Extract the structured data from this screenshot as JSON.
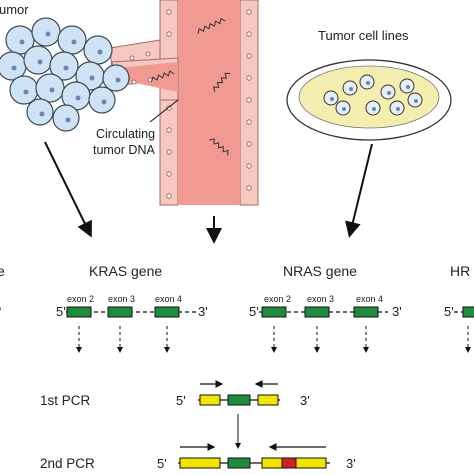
{
  "labels": {
    "tumor": "umor",
    "circulating_dna_line1": "Circulating",
    "circulating_dna_line2": "tumor DNA",
    "tumor_cell_lines": "Tumor cell lines"
  },
  "genes": [
    {
      "name": "e",
      "exons": []
    },
    {
      "name": "KRAS gene",
      "exons": [
        "exon 2",
        "exon 3",
        "exon 4"
      ]
    },
    {
      "name": "NRAS gene",
      "exons": [
        "exon 2",
        "exon 3",
        "exon 4"
      ]
    },
    {
      "name": "HR",
      "exons": []
    }
  ],
  "strand": {
    "five_prime": "5'",
    "three_prime": "3'"
  },
  "pcr": {
    "first_label": "1st PCR",
    "second_label": "2nd PCR",
    "five_prime": "5'",
    "three_prime": "3'"
  },
  "colors": {
    "exon": "#1e8a3e",
    "primer_region": "#f2e600",
    "mutation": "#d41f1f",
    "vessel": "#f19a92",
    "vessel_wall": "#f7c8c2",
    "cell": "#cfe3f4",
    "dish": "#f3eeb0"
  }
}
